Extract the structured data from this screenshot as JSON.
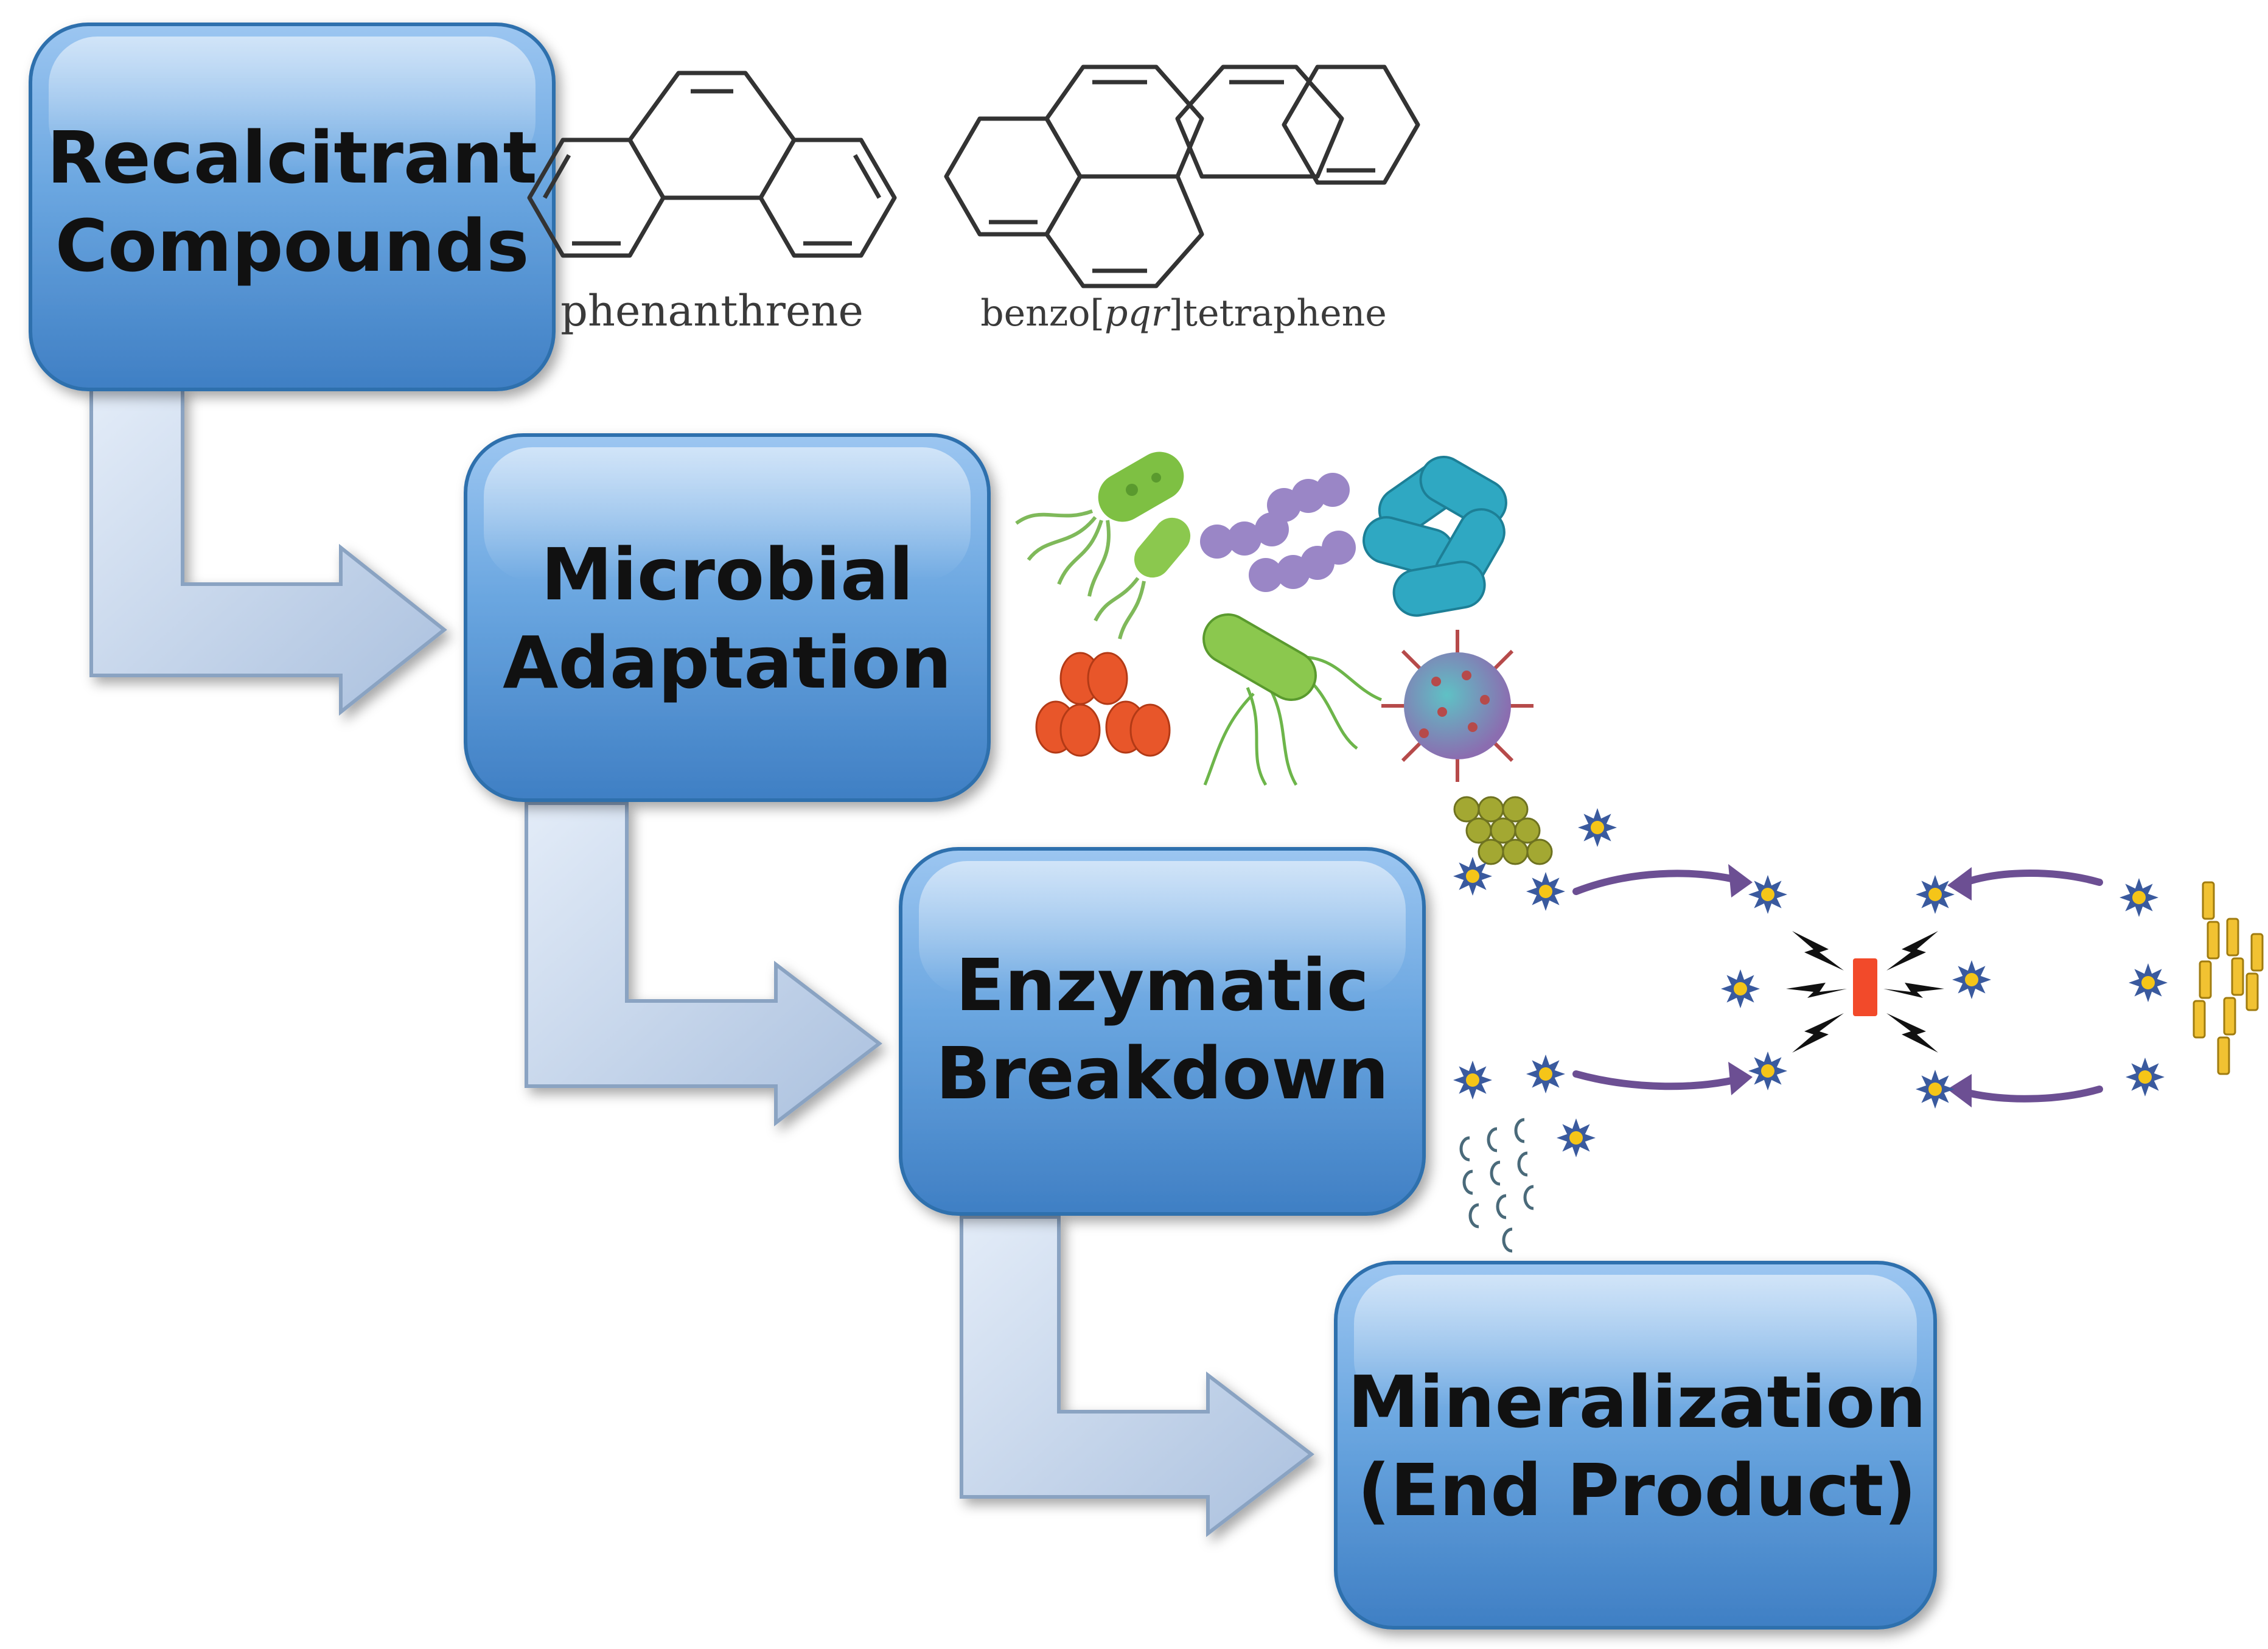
{
  "steps": [
    {
      "line1": "Recalcitrant",
      "line2": "Compounds"
    },
    {
      "line1": "Microbial",
      "line2": "Adaptation"
    },
    {
      "line1": "Enzymatic",
      "line2": "Breakdown"
    },
    {
      "line1": "Mineralization",
      "line2": "(End Product)"
    }
  ],
  "compounds": {
    "phenanthrene": "phenanthrene",
    "benzo_prefix": "benzo[",
    "benzo_italic": "pqr",
    "benzo_suffix": "]tetraphene"
  },
  "colors": {
    "box_fill": "#5b9bd5",
    "box_edge": "#2f6fad",
    "arrow_fill": "#c6d7ee",
    "arrow_edge": "#8aa3c2",
    "enzyme": "#f24a2a",
    "substrate_star": "#3a5a9e",
    "star_center": "#f5c518",
    "pathway_arrow": "#6c4f93"
  }
}
